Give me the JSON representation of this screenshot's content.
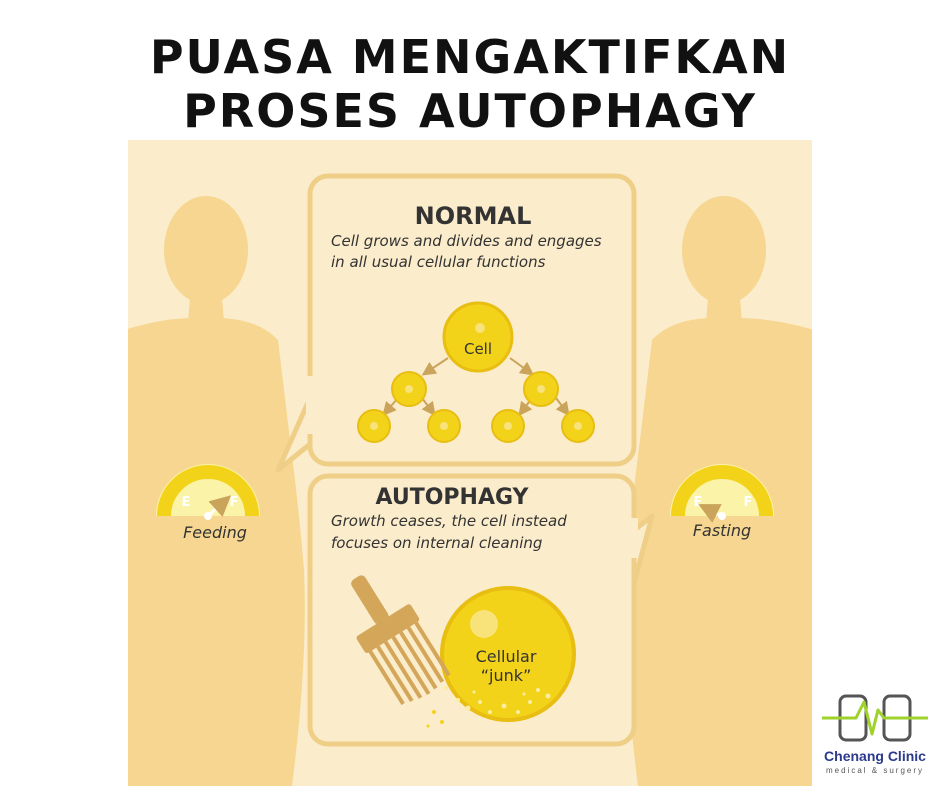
{
  "header": {
    "title_line1": "PUASA MENGAKTIFKAN",
    "title_line2": "PROSES AUTOPHAGY"
  },
  "normal": {
    "heading": "NORMAL",
    "desc_line1": "Cell grows and divides and engages",
    "desc_line2": "in all usual cellular functions",
    "cell_label": "Cell"
  },
  "autophagy": {
    "heading": "AUTOPHAGY",
    "desc_line1": "Growth ceases, the cell instead",
    "desc_line2": "focuses on internal cleaning",
    "junk_line1": "Cellular",
    "junk_line2": "“junk”"
  },
  "gauges": {
    "empty_label": "E",
    "full_label": "F",
    "feeding_label": "Feeding",
    "fasting_label": "Fasting"
  },
  "logo": {
    "name": "Chenang Clinic",
    "subtitle": "medical & surgery"
  },
  "colors": {
    "background": "#fbeccb",
    "silhouette": "#f6d690",
    "panel_border": "#efcf88",
    "cell_yellow": "#f3d21a",
    "arrow": "#c9a45a",
    "brush": "#d3a65a",
    "logo_green": "#9fd22a",
    "logo_blue": "#2b3a8c"
  }
}
